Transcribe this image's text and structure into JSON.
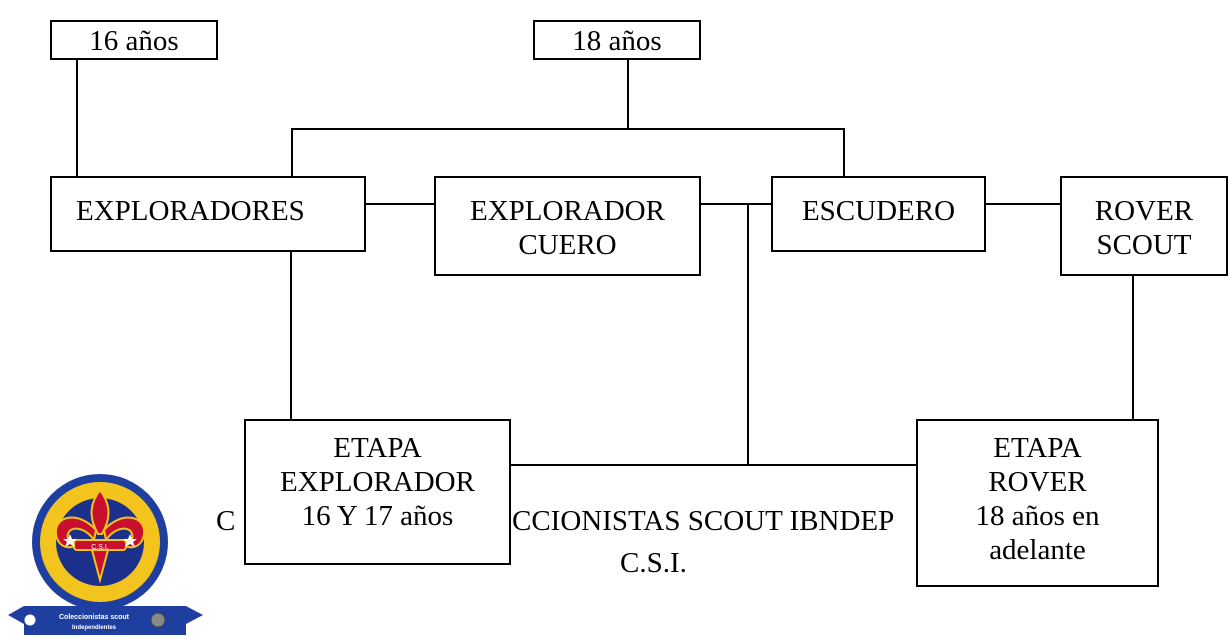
{
  "age_boxes": {
    "left": "16 años",
    "right": "18 años"
  },
  "units": {
    "exploradores": "EXPLORADORES",
    "explorador_cuero_line1": "EXPLORADOR",
    "explorador_cuero_line2": "CUERO",
    "escudero": "ESCUDERO",
    "rover_scout_line1": "ROVER",
    "rover_scout_line2": "SCOUT"
  },
  "stages": {
    "explorador": {
      "line1": "ETAPA",
      "line2": "EXPLORADOR",
      "line3": "16 Y 17 años"
    },
    "rover": {
      "line1": "ETAPA",
      "line2": "ROVER",
      "line3": "18 años en",
      "line4": "adelante"
    }
  },
  "caption": {
    "visible_left": "C",
    "visible_middle": "CCIONISTAS SCOUT IBNDEP",
    "line2": "C.S.I."
  },
  "logo": {
    "emblem_text": "C.S.I.",
    "ribbon_line1": "Coleccionistas scout",
    "ribbon_line2": "Independientes",
    "colors": {
      "ring": "#1f3fa0",
      "fill": "#f2c41d",
      "center": "#1c2f8a",
      "fleur": "#c8102e",
      "ribbon": "#1f3fa0"
    }
  }
}
